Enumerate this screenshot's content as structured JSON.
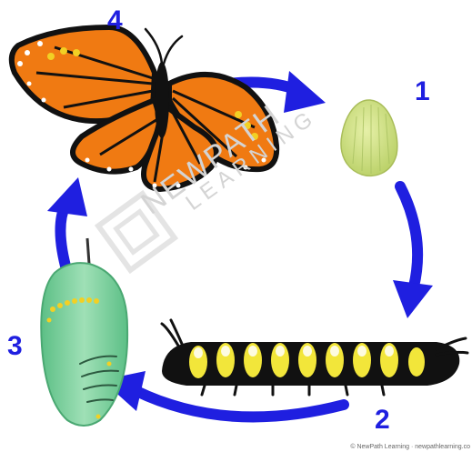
{
  "stages": [
    {
      "number": "1",
      "name": "egg"
    },
    {
      "number": "2",
      "name": "caterpillar"
    },
    {
      "number": "3",
      "name": "chrysalis"
    },
    {
      "number": "4",
      "name": "butterfly"
    }
  ],
  "watermark": {
    "line1": "NEWPATH",
    "line2": "LEARNING"
  },
  "credit": "© NewPath Learning · newpathlearning.co",
  "colors": {
    "arrow": "#1f1fe0",
    "number": "#1f1fe0",
    "wing_orange": "#f07a12",
    "egg": "#cde08a",
    "chrysalis": "#86d4a3"
  }
}
